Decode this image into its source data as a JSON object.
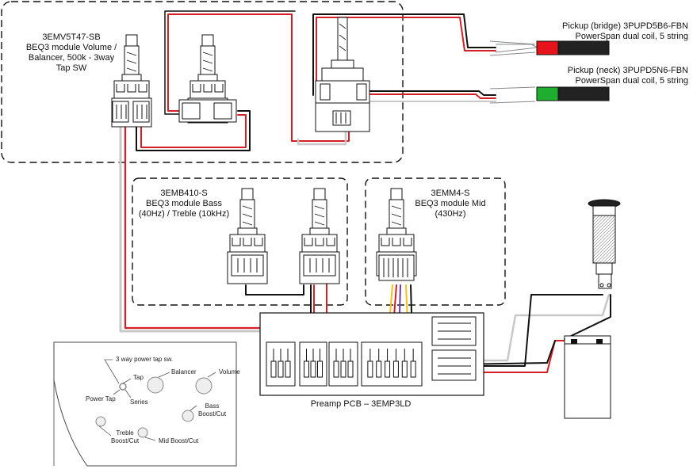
{
  "modules": {
    "volume": {
      "part": "3EMV5T47-SB",
      "line2": "BEQ3 module Volume /",
      "line3": "Balancer, 500k - 3way",
      "line4": "Tap SW"
    },
    "bass_treble": {
      "part": "3EMB410-S",
      "line2": "BEQ3 module Bass",
      "line3": "(40Hz) / Treble (10kHz)"
    },
    "mid": {
      "part": "3EMM4-S",
      "line2": "BEQ3 module Mid",
      "line3": "(430Hz)"
    }
  },
  "pickups": {
    "bridge": {
      "line1": "Pickup (bridge) 3PUPD5B6-FBN",
      "line2": "PowerSpan dual coil, 5 string",
      "color": "#e5141b"
    },
    "neck": {
      "line1": "Pickup (neck) 3PUPD5N6-FBN",
      "line2": "PowerSpan dual coil, 5 string",
      "color": "#1fae2f"
    }
  },
  "preamp": {
    "label": "Preamp PCB – 3EMP3LD"
  },
  "layout_panel": {
    "switch_title": "3 way power tap sw.",
    "tap": "Tap",
    "power_tap": "Power Tap",
    "series": "Series",
    "balancer": "Balancer",
    "volume": "Volume",
    "bass_line1": "Bass",
    "bass_line2": "Boost/Cut",
    "treble_line1": "Treble",
    "treble_line2": "Boost/Cut",
    "mid": "Mid Boost/Cut"
  },
  "wire_colors": {
    "red": "#d41f26",
    "black": "#111111",
    "white": "#c8c8c8",
    "yellow": "#f1c21b",
    "purple": "#6b3fa0"
  },
  "icons": {
    "pot": "potentiometer-icon",
    "jack": "output-jack-icon",
    "battery": "battery-icon"
  }
}
